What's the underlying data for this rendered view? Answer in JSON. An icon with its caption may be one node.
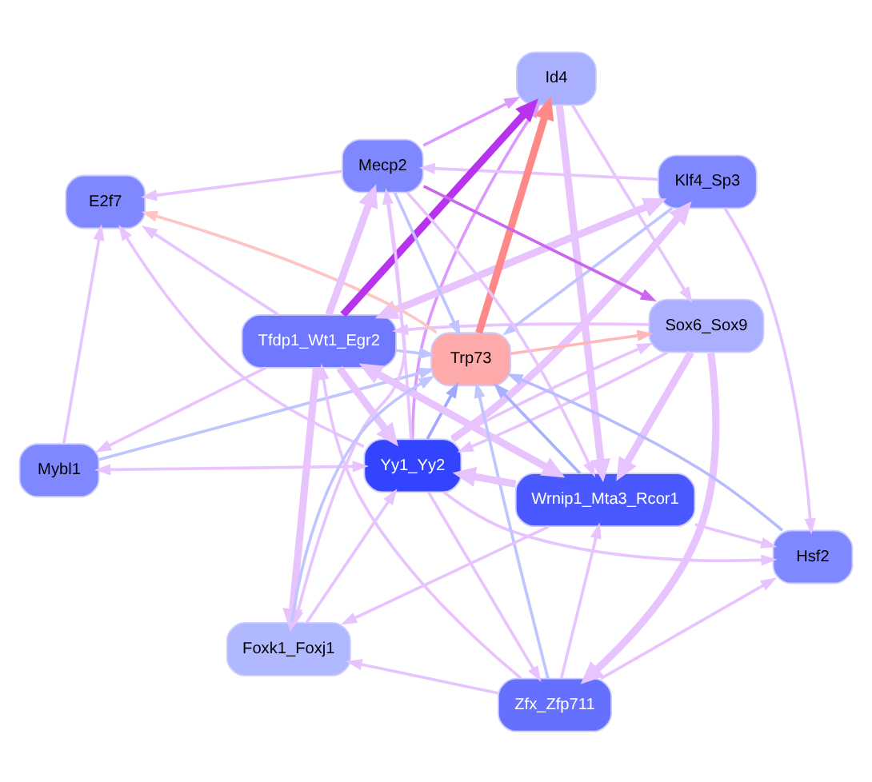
{
  "diagram": {
    "nodes": [
      {
        "text": [
          "Yy1_Yy2"
        ]
      },
      {
        "text": [
          "Sox6_Sox9"
        ]
      },
      {
        "text": [
          "Mybl1"
        ]
      },
      {
        "text": [
          "Id4"
        ]
      },
      {
        "text": [
          "Klf4_Sp3"
        ]
      },
      {
        "text": [
          "E2f7"
        ]
      },
      {
        "text": [
          "Trp73"
        ]
      },
      {
        "text": [
          "Tfdp1_Wt1_Egr2"
        ]
      },
      {
        "text": [
          "Zfx_Zfp711"
        ]
      },
      {
        "text": [
          "Wrnip1_Mta3_Rcor1"
        ]
      },
      {
        "text": [
          "Mecp2"
        ]
      },
      {
        "text": [
          "Foxk1_Foxj1"
        ]
      },
      {
        "text": [
          "Hsf2"
        ]
      }
    ],
    "edges": [
      {
        "from": 0,
        "to": 6,
        "arrow": "to",
        "color": "#a0a8ff"
      },
      {
        "from": 2,
        "to": 6,
        "arrow": "to",
        "color": "#c0c4ff"
      },
      {
        "from": 4,
        "to": 6,
        "arrow": "to",
        "color": "#c0c4ff"
      },
      {
        "from": 7,
        "to": 6,
        "arrow": "to",
        "color": "#c0c4ff"
      },
      {
        "from": 8,
        "to": 6,
        "arrow": "to",
        "color": "#c0c4ff"
      },
      {
        "from": 9,
        "to": 6,
        "arrow": "to",
        "color": "#a8b0ff"
      },
      {
        "from": 11,
        "to": 6,
        "arrow": "to",
        "color": "#c0c4ff"
      },
      {
        "from": 12,
        "to": 6,
        "arrow": "to",
        "color": "#b8bcff"
      },
      {
        "from": 10,
        "to": 6,
        "arrow": "to",
        "color": "#c0c4ff"
      },
      {
        "from": 6,
        "to": 1,
        "arrow": "to",
        "color": "#ffb8b8"
      },
      {
        "from": 6,
        "to": 3,
        "arrow": "to",
        "color": "#ff8888",
        "style": "thick"
      },
      {
        "from": 6,
        "to": 5,
        "arrow": "to",
        "color": "#ffc4c4"
      },
      {
        "from": 7,
        "to": 3,
        "arrow": "to",
        "color": "#b833ee",
        "style": "thick"
      },
      {
        "from": 10,
        "to": 1,
        "arrow": "to",
        "color": "#cc66ee"
      },
      {
        "from": 0,
        "to": 1,
        "arrow": "to"
      },
      {
        "from": 1,
        "to": 0,
        "arrow": "to"
      },
      {
        "from": 0,
        "to": 2,
        "arrow": "both"
      },
      {
        "from": 0,
        "to": 3,
        "arrow": "to",
        "color": "#dd99ff"
      },
      {
        "from": 3,
        "to": 1,
        "arrow": "to"
      },
      {
        "from": 0,
        "to": 5,
        "arrow": "to"
      },
      {
        "from": 0,
        "to": 4,
        "arrow": "to",
        "style": "thick"
      },
      {
        "from": 4,
        "to": 7,
        "arrow": "both",
        "style": "thick"
      },
      {
        "from": 7,
        "to": 2,
        "arrow": "to"
      },
      {
        "from": 7,
        "to": 9,
        "arrow": "both",
        "style": "thick"
      },
      {
        "from": 9,
        "to": 11,
        "arrow": "to"
      },
      {
        "from": 9,
        "to": 12,
        "arrow": "to"
      },
      {
        "from": 10,
        "to": 3,
        "arrow": "to",
        "color": "#dd99ff"
      },
      {
        "from": 7,
        "to": 5,
        "arrow": "to"
      },
      {
        "from": 7,
        "to": 10,
        "arrow": "to",
        "style": "thick"
      },
      {
        "from": 8,
        "to": 7,
        "arrow": "to"
      },
      {
        "from": 8,
        "to": 12,
        "arrow": "to"
      },
      {
        "from": 8,
        "to": 11,
        "arrow": "to"
      },
      {
        "from": 8,
        "to": 9,
        "arrow": "to"
      },
      {
        "from": 10,
        "to": 9,
        "arrow": "to"
      },
      {
        "from": 10,
        "to": 11,
        "arrow": "to"
      },
      {
        "from": 9,
        "to": 0,
        "arrow": "to",
        "style": "thick"
      },
      {
        "from": 7,
        "to": 0,
        "arrow": "to",
        "style": "thick"
      },
      {
        "from": 1,
        "to": 9,
        "arrow": "to",
        "style": "thick"
      },
      {
        "from": 1,
        "to": 8,
        "arrow": "to",
        "style": "thick"
      },
      {
        "from": 3,
        "to": 9,
        "arrow": "to",
        "style": "thick"
      },
      {
        "from": 0,
        "to": 10,
        "arrow": "to"
      },
      {
        "from": 0,
        "to": 12,
        "arrow": "to"
      },
      {
        "from": 2,
        "to": 5,
        "arrow": "to"
      },
      {
        "from": 4,
        "to": 12,
        "arrow": "to"
      },
      {
        "from": 4,
        "to": 10,
        "arrow": "to"
      },
      {
        "from": 11,
        "to": 0,
        "arrow": "to"
      },
      {
        "from": 1,
        "to": 7,
        "arrow": "to"
      },
      {
        "from": 0,
        "to": 8,
        "arrow": "to"
      },
      {
        "from": 10,
        "to": 5,
        "arrow": "to"
      },
      {
        "from": 7,
        "to": 11,
        "arrow": "to",
        "style": "thick"
      }
    ]
  }
}
